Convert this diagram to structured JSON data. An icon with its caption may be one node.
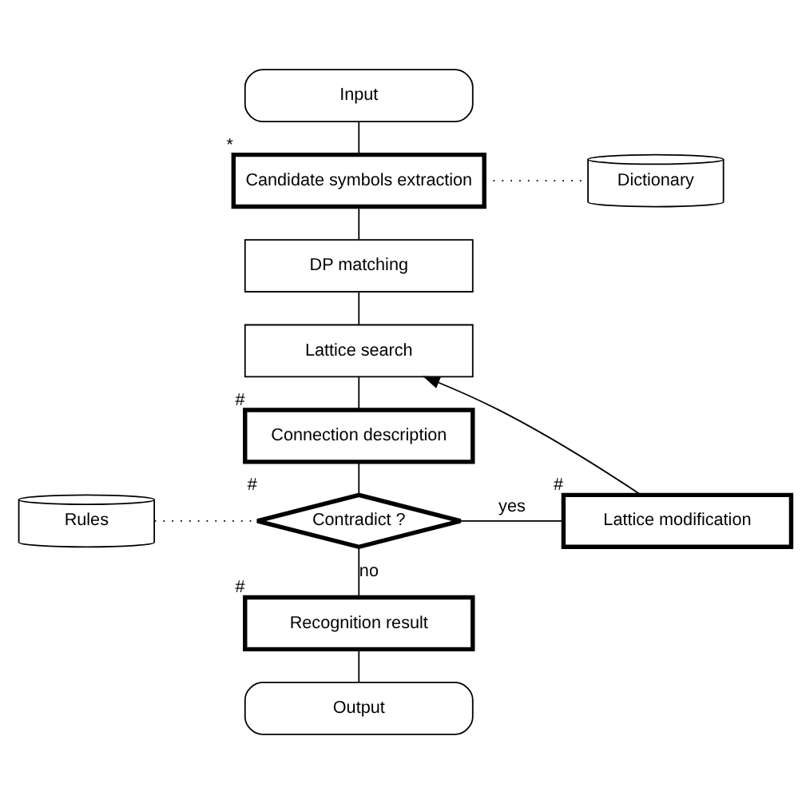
{
  "diagram": {
    "nodes": [
      {
        "text": [
          "Input"
        ]
      },
      {
        "text": [
          "Candidate symbols extraction"
        ],
        "beside": [
          "*"
        ]
      },
      {
        "text": [
          "Dictionary"
        ]
      },
      {
        "text": [
          "DP matching"
        ]
      },
      {
        "text": [
          "Lattice search"
        ]
      },
      {
        "text": [
          "Connection description"
        ],
        "beside": [
          "#"
        ]
      },
      {
        "text": [
          "Contradict ?"
        ],
        "beside": [
          "#"
        ]
      },
      {
        "text": [
          "Rules"
        ]
      },
      {
        "text": [
          "Lattice modification"
        ],
        "beside": [
          "#"
        ]
      },
      {
        "text": [
          "Recognition result"
        ],
        "beside": [
          "#"
        ]
      },
      {
        "text": [
          "Output"
        ]
      }
    ],
    "edges": [
      {
        "from": 0,
        "to": 1,
        "arrow": "none"
      },
      {
        "from": 1,
        "to": 2,
        "arrow": "none",
        "style": "dashed"
      },
      {
        "from": 1,
        "to": 3,
        "arrow": "none"
      },
      {
        "from": 3,
        "to": 4,
        "arrow": "none"
      },
      {
        "from": 4,
        "to": 5,
        "arrow": "none"
      },
      {
        "from": 5,
        "to": 6,
        "arrow": "none"
      },
      {
        "from": 7,
        "to": 6,
        "arrow": "none",
        "style": "dashed"
      },
      {
        "from": 6,
        "to": 8,
        "arrow": "none",
        "label": "yes"
      },
      {
        "from": 8,
        "to": 4,
        "arrow": "to"
      },
      {
        "from": 6,
        "to": 9,
        "arrow": "none",
        "label": "no"
      },
      {
        "from": 9,
        "to": 10,
        "arrow": "none"
      }
    ]
  }
}
